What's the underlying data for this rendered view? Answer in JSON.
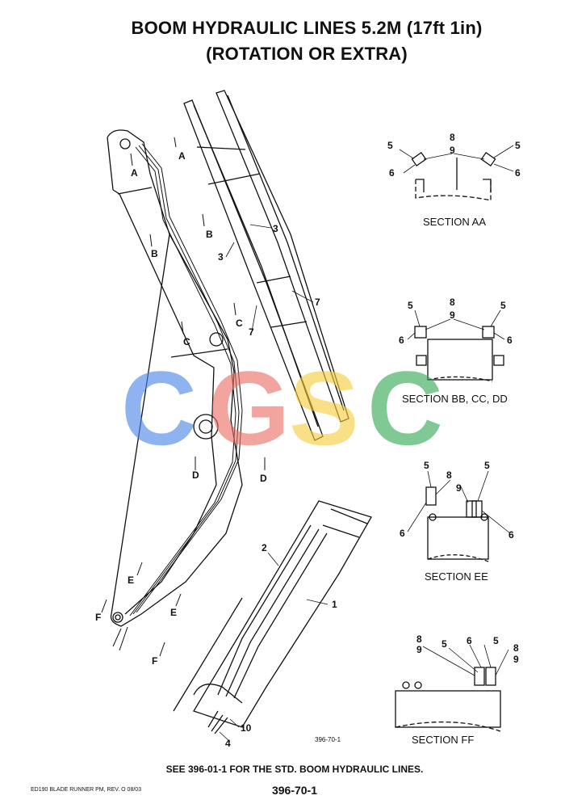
{
  "title": {
    "line1": "BOOM HYDRAULIC LINES 5.2M (17ft 1in)",
    "line2": "(ROTATION OR EXTRA)"
  },
  "sections": {
    "aa": "SECTION AA",
    "bb": "SECTION BB, CC, DD",
    "ee": "SECTION EE",
    "ff": "SECTION FF"
  },
  "callouts": {
    "n1": "1",
    "n2": "2",
    "n3": "3",
    "n4": "4",
    "n5": "5",
    "n6": "6",
    "n7": "7",
    "n8": "8",
    "n9": "9",
    "n10": "10"
  },
  "cut_markers": {
    "a": "A",
    "b": "B",
    "c": "C",
    "d": "D",
    "e": "E",
    "f": "F"
  },
  "figure_ref": "396-70-1",
  "footer": {
    "note": "SEE 396-01-1 FOR THE STD.  BOOM HYDRAULIC LINES.",
    "manual": "ED190 BLADE RUNNER PM, REV. O  08/03",
    "page": "396-70-1"
  },
  "watermark": {
    "letters": [
      "C",
      "G",
      "S",
      "C"
    ],
    "colors": [
      "#4a86e8",
      "#ea6f63",
      "#f6cd3d",
      "#34a853"
    ]
  }
}
